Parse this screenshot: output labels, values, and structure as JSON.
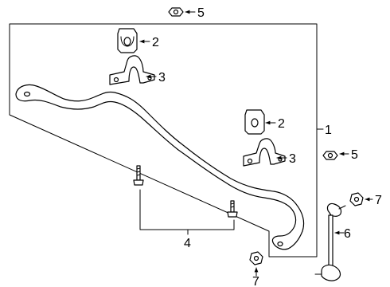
{
  "callouts": {
    "c5_top": "5",
    "c2_top": "2",
    "c3_top": "3",
    "c1": "1",
    "c2_mid": "2",
    "c3_mid": "3",
    "c5_right": "5",
    "c7_right": "7",
    "c6": "6",
    "c4": "4",
    "c7_bottom": "7"
  }
}
